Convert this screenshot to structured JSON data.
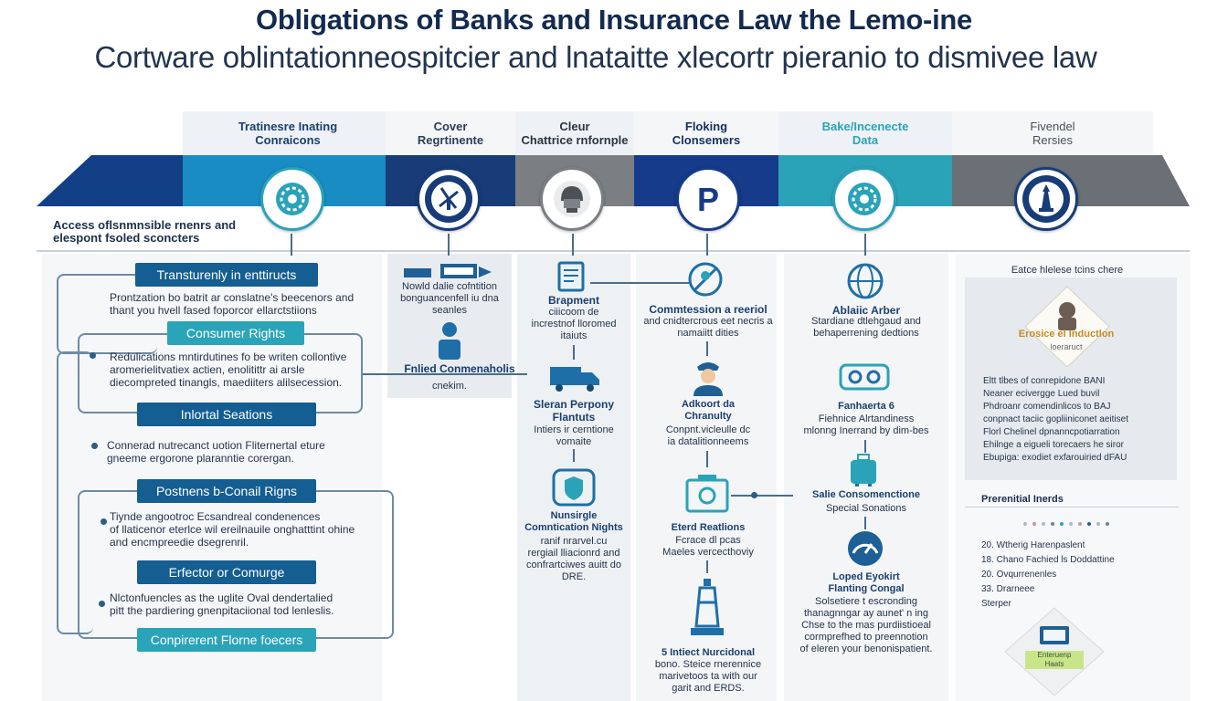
{
  "title": "Obligations of Banks and Insurance Law the Lemo-ine",
  "subtitle": "Cortware oblintationneospitcier and lnataitte xlecortr pieranio to dismivee law",
  "columns": [
    {
      "header": "Tratinesre Inating\nConraicons",
      "color": "#123f86",
      "icon": "gear-seal-icon"
    },
    {
      "header": "Cover\nRegrtinente",
      "color": "#173c78",
      "icon": "windmill-seal-icon"
    },
    {
      "header": "Cleur\nChattrice rnfornple",
      "color": "#7b7f84",
      "icon": "helmet-icon"
    },
    {
      "header": "Floking\nClonsemers",
      "color": "#153b8a",
      "icon": "parking-icon"
    },
    {
      "header": "Bake/Incenecte\nData",
      "color": "#2aa3b9",
      "icon": "gear-seal-icon"
    },
    {
      "header": "Fivendel\nRersies",
      "color": "#6b7076",
      "icon": "statue-seal-icon"
    }
  ],
  "left": {
    "intro": "Access oflsnmnsible rnenrs and\nelespont fsoled sconcters",
    "pills": [
      "Transturenly in enttiructs",
      "Consumer Rights",
      "Inlortal Seations",
      "Postnens b-Conail Rigns",
      "Erfector or Comurge",
      "Conpirerent Florne foecers"
    ],
    "texts": [
      "Prontzation bo batrit ar conslatne's beecenors and\nthant you hvell fased foporcor ellarctstiions",
      "Redulications mntirdutines fo be writen collontive\naromerielitvatiex actien, enolitittr ai arsle\ndiecompreted tinangls, maediiters alilsecession.",
      "Connerad nutrecanct uotion Fliternertal eture\ngneeme ergorone plaranntie corergan.",
      "Tiynde angootroc Ecsandreal condenences\nof llaticenor eterlce wil ereilnauile onghatttint ohine\nand encmpreedie dsegrenril.",
      "Nlctonfuencles as the uglite Oval dendertalied\npitt the pardiering gnenpitaciional tod lenleslis."
    ]
  },
  "col2": {
    "text1": "Nowld dalie cofntition\nbonguancenfell iu dna\nseanles",
    "label": "Fnlied Conmenaholis",
    "text2": "cnekim."
  },
  "col3": {
    "t1_title": "Brapment",
    "t1": "ciiicoom de\nincrestnof lloromed\nitaiuts",
    "t2_title": "Sleran Perpony\nFlantuts",
    "t2": "Intiers ir cerntione\nvomaite",
    "t3_title": "Nunsirgle\nComntication Nights",
    "t3": "ranif  nrarvel.cu\nrergiail lliacionrd and\nconfrartciwes auitt do\nDRE."
  },
  "col4": {
    "t1_title": "Commtession a reeriol",
    "t1": "and cnidtercrous eet necris a\nnamaiitt dities",
    "t2_title": "Adkoort da\nChranulty",
    "t2": "Conpnt.vicleulle dc\nia datalitionneems",
    "t3_title": "Eterd Reatlions",
    "t3": "Fcrace dl pcas\nMaeles vercecthoviy",
    "t4_title": "5 Intiect Nurcidonal",
    "t4": "bono. Steice rnerennice\nmarivetoos ta with our\ngarit and ERDS."
  },
  "col5": {
    "t1_title": "Ablaiic Arber",
    "t1": "Stardiane dtlehgaud and\nbehaperrening dedtions",
    "t2_title": "Fanhaerta 6",
    "t2": "Fiehnice Alrtandiness\nmlonng Inerrand by dim-bes",
    "t3_title": "Salie Consomenctione",
    "t3": "Special Sonations",
    "t4_title": "Loped Eyokirt\nFlanting Congal",
    "t4": "Solsetiere t escronding\nthanagnngar ay aunet' n ing\nChse to the mas purdiistioeal\ncormprefhed to preennotion\nof eleren your benonispatient."
  },
  "col6": {
    "card_caption": "Eatce hlelese tcins chere",
    "badge_title": "Erosice el Inductlon",
    "badge_sub": "loeraruct",
    "text1": "Eltt tlbes of conrepidone BANI\nNeaner ecivergge Lued buvil\nPhdroanr comendinlicos to BAJ\nconpnact taciic gopliiniconet aeitiset\nFlorl Chelinel dpnanncpotiarration\nEhilnge a eigueli torecaers he siror\nEbupiga: exodiet exfarouiried dFAU",
    "section_title": "Prerenitial Inerds",
    "list": [
      "20.  Wtherig Harenpaslent",
      "18.  Chano Fachied ls Doddattine",
      "20.  Ovqurrenenles",
      "33.  Drarneee",
      "Sterper"
    ],
    "sticker": "Enteruenp\nHaats"
  }
}
